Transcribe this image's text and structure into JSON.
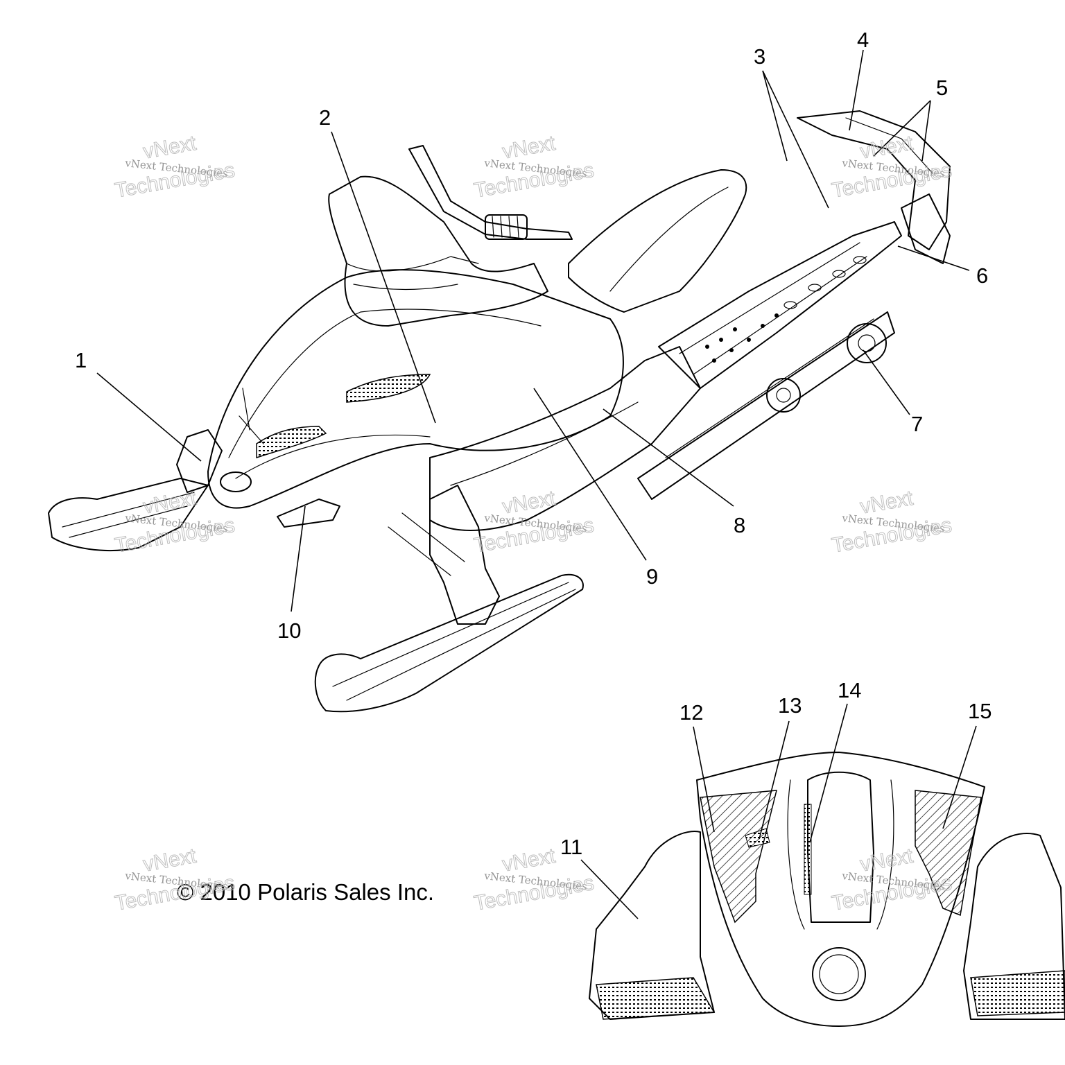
{
  "callouts": [
    "1",
    "2",
    "3",
    "4",
    "5",
    "6",
    "7",
    "8",
    "9",
    "10",
    "11",
    "12",
    "13",
    "14",
    "15"
  ],
  "copyright": "© 2010 Polaris Sales Inc.",
  "watermark": {
    "line1": "vNext Technologies",
    "line2": "vNext",
    "line3": "Technologies"
  },
  "colors": {
    "ink": "#000000",
    "watermark": "#b8b8b8",
    "background": "#ffffff"
  }
}
